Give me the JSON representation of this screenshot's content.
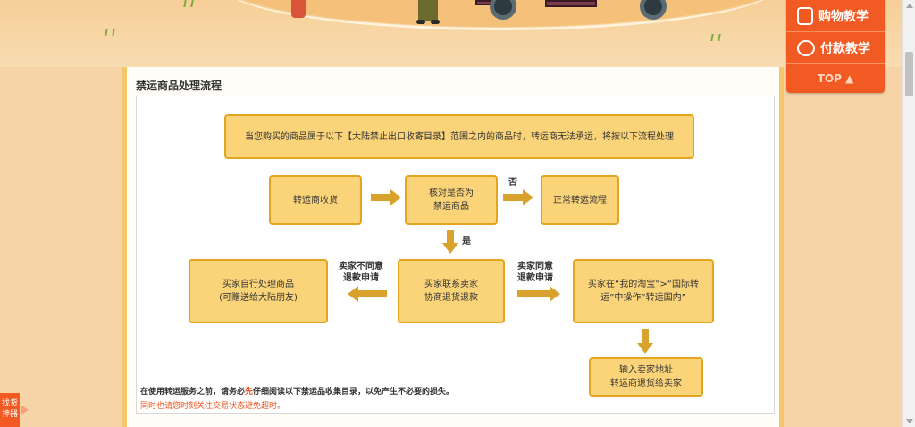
{
  "side_nav": {
    "shopping_guide": "购物教学",
    "payment_guide": "付款教学",
    "top": "TOP ▲"
  },
  "panel": {
    "title": "禁运商品处理流程"
  },
  "flow": {
    "intro": "当您购买的商品属于以下【大陆禁止出口收寄目录】范围之内的商品时，转运商无法承运，将按以下流程处理",
    "receive": "转运商收货",
    "check": "核对是否为\n禁运商品",
    "no_label": "否",
    "normal": "正常转运流程",
    "yes_label": "是",
    "contact": "买家联系卖家\n协商退货退款",
    "disagree_label": "卖家不同意\n退款申请",
    "agree_label": "卖家同意\n退款申请",
    "self_handle": "买家自行处理商品\n(可赠送给大陆朋友)",
    "operate": "买家在“我的淘宝”>“国际转运”中操作”转运国内”",
    "return": "输入卖家地址\n转运商退货给卖家"
  },
  "notes": {
    "line1_a": "在使用转运服务之前，请务必",
    "line1_hl": "先",
    "line1_b": "仔细阅读以下禁运品收集目录，以免产生不必要的损失。",
    "line2": "同时也请您时刻关注交易状态避免超时。"
  },
  "finder": {
    "label": "找货神器"
  }
}
